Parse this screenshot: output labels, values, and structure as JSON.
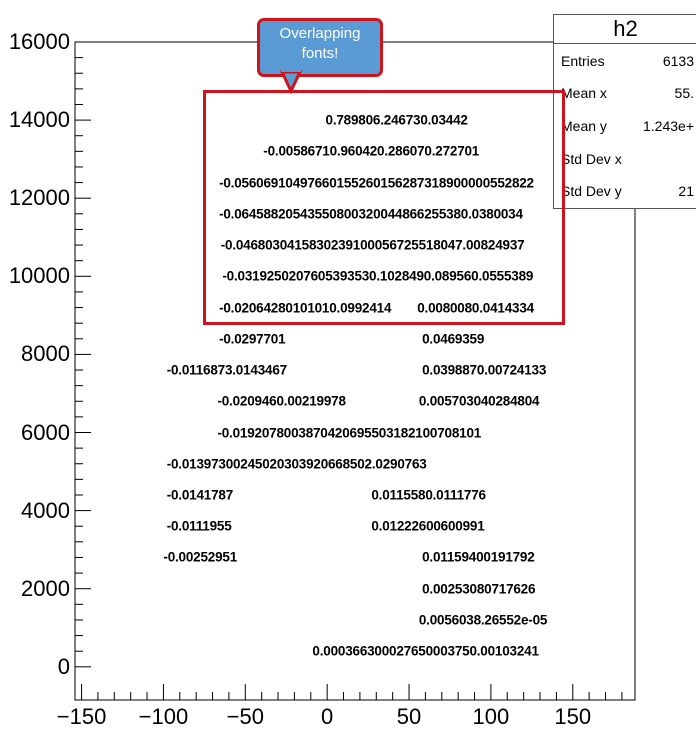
{
  "chart_data": {
    "type": "heatmap",
    "title": "h2",
    "xlim": [
      -154,
      188
    ],
    "ylim": [
      -850,
      16000
    ],
    "x_ticks": [
      "−150",
      "−100",
      "−50",
      "0",
      "50",
      "100",
      "150"
    ],
    "y_ticks": [
      "0",
      "2000",
      "4000",
      "6000",
      "8000",
      "10000",
      "12000",
      "14000",
      "16000"
    ],
    "grid": false,
    "cell_text_rows": [
      [
        {
          "x": -1,
          "y": 14000,
          "text": "0.789806.246730.03442"
        }
      ],
      [
        {
          "x": -39,
          "y": 13200,
          "text": "-0.00586710.960420.286070.272701"
        }
      ],
      [
        {
          "x": -66,
          "y": 12400,
          "text": "-0.05606910497660155260156287318900000552822"
        }
      ],
      [
        {
          "x": -66,
          "y": 11600,
          "text": "-0.06458820543550800320044866255380.0380034"
        }
      ],
      [
        {
          "x": -65,
          "y": 10800,
          "text": "-0.0468030415830239100056725518047.00824937"
        }
      ],
      [
        {
          "x": -64,
          "y": 10000,
          "text": "-0.0319250207605393530.1028490.089560.0555389"
        }
      ],
      [
        {
          "x": -66,
          "y": 9200,
          "text": "-0.02064280101010.0992414"
        },
        {
          "x": 55,
          "y": 9200,
          "text": "0.0080080.0414334"
        }
      ],
      [
        {
          "x": -66,
          "y": 8400,
          "text": "-0.0297701"
        },
        {
          "x": 58,
          "y": 8400,
          "text": "0.0469359"
        }
      ],
      [
        {
          "x": -98,
          "y": 7600,
          "text": "-0.0116873.0143467"
        },
        {
          "x": 58,
          "y": 7600,
          "text": "0.0398870.00724133"
        }
      ],
      [
        {
          "x": -67,
          "y": 6800,
          "text": "-0.0209460.00219978"
        },
        {
          "x": 56,
          "y": 6800,
          "text": "0.005703040284804"
        }
      ],
      [
        {
          "x": -67,
          "y": 6000,
          "text": "-0.0192078003870420695503182100708101"
        }
      ],
      [
        {
          "x": -98,
          "y": 5200,
          "text": "-0.01397300245020303920668502.0290763"
        }
      ],
      [
        {
          "x": -98,
          "y": 4400,
          "text": "-0.0141787"
        },
        {
          "x": 27,
          "y": 4400,
          "text": "0.0115580.0111776"
        }
      ],
      [
        {
          "x": -98,
          "y": 3600,
          "text": "-0.0111955"
        },
        {
          "x": 27,
          "y": 3600,
          "text": "0.01222600600991"
        }
      ],
      [
        {
          "x": -100,
          "y": 2800,
          "text": "-0.00252951"
        },
        {
          "x": 58,
          "y": 2800,
          "text": "0.01159400191792"
        }
      ],
      [
        {
          "x": 58,
          "y": 2000,
          "text": "0.00253080717626"
        }
      ],
      [
        {
          "x": 56,
          "y": 1200,
          "text": "0.0056038.26552e-05"
        }
      ],
      [
        {
          "x": -9,
          "y": 400,
          "text": "0.000366300027650003750.00103241"
        }
      ]
    ]
  },
  "stats": {
    "title": "h2",
    "rows": [
      {
        "label": "Entries",
        "value": "6133"
      },
      {
        "label": "Mean x",
        "value": "55."
      },
      {
        "label": "Mean y",
        "value": "1.243e+"
      },
      {
        "label": "Std Dev x",
        "value": ""
      },
      {
        "label": "Std Dev y",
        "value": "21"
      }
    ]
  },
  "annotation": {
    "callout_text": "Overlapping fonts!",
    "colors": {
      "callout_fill": "#5b9bd5",
      "border": "#d0131b"
    }
  }
}
